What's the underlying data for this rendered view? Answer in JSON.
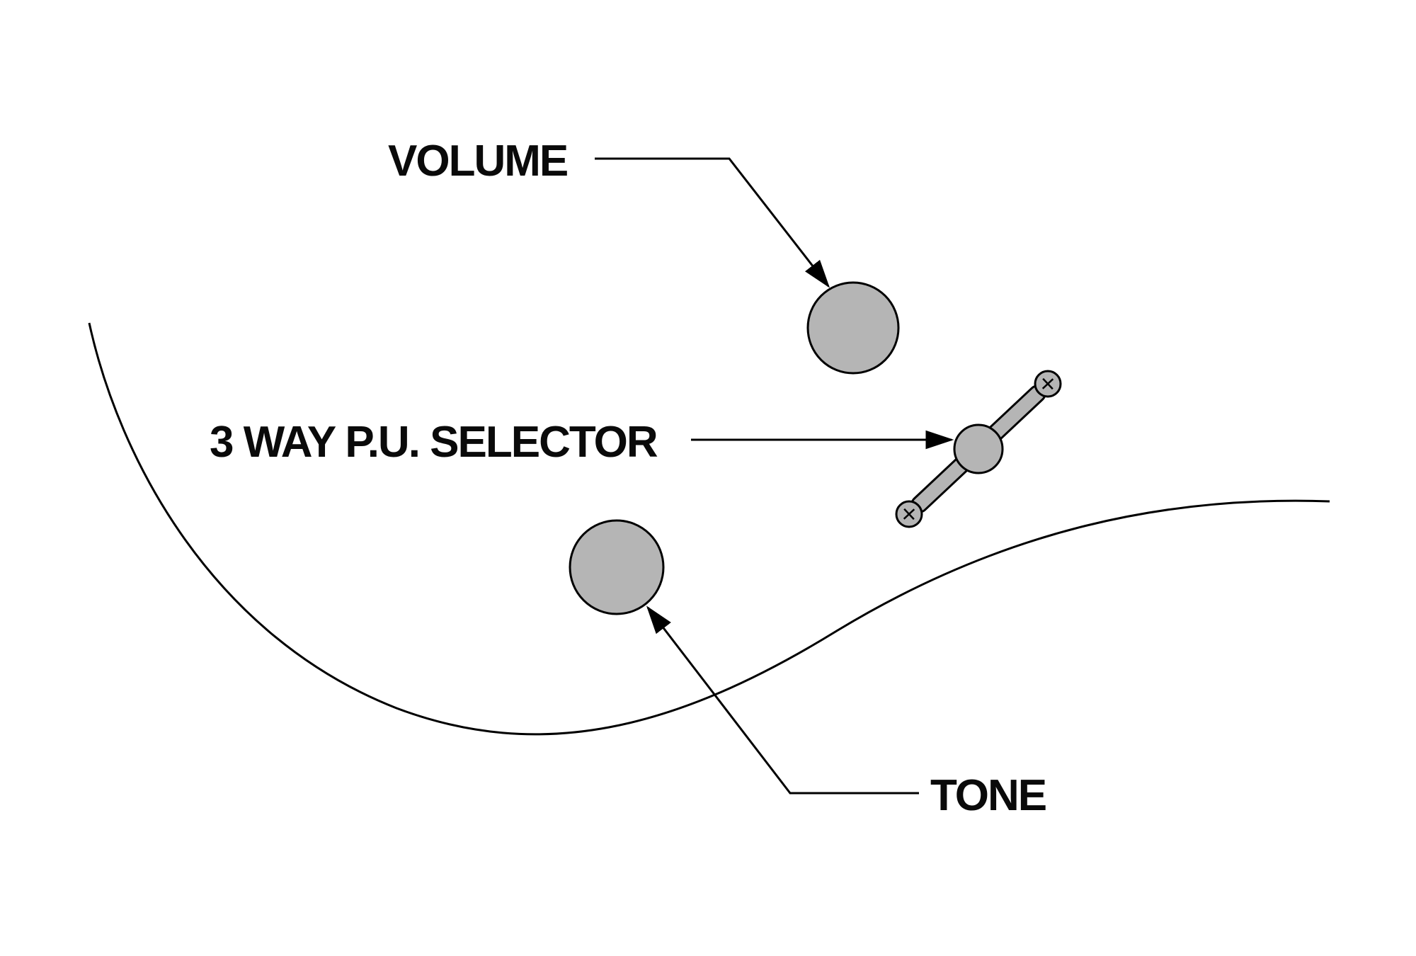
{
  "diagram": {
    "labels": {
      "volume": "VOLUME",
      "selector": "3 WAY P.U. SELECTOR",
      "tone": "TONE"
    },
    "colors": {
      "background": "#ffffff",
      "line": "#000000",
      "knob_fill": "#b5b5b5"
    }
  }
}
